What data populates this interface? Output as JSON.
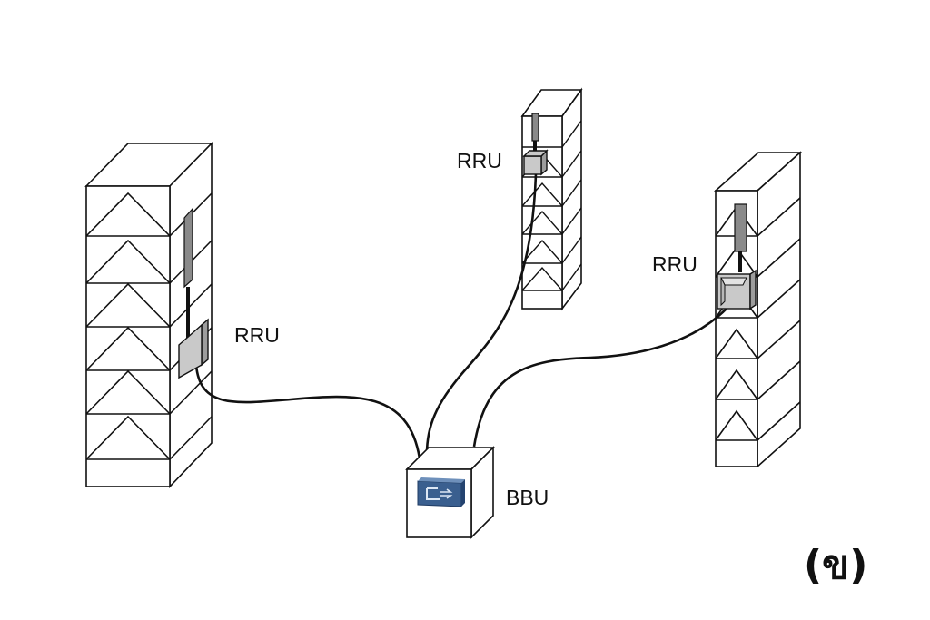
{
  "labels": {
    "rru_left": "RRU",
    "rru_center": "RRU",
    "rru_right": "RRU",
    "bbu": "BBU",
    "panel": "(ข)"
  },
  "colors": {
    "line": "#111111",
    "rru_gray": "#c9c9c9",
    "bbu_icon": "#3a5f8f"
  },
  "icons": {
    "bbu_icon": "router-icon"
  }
}
